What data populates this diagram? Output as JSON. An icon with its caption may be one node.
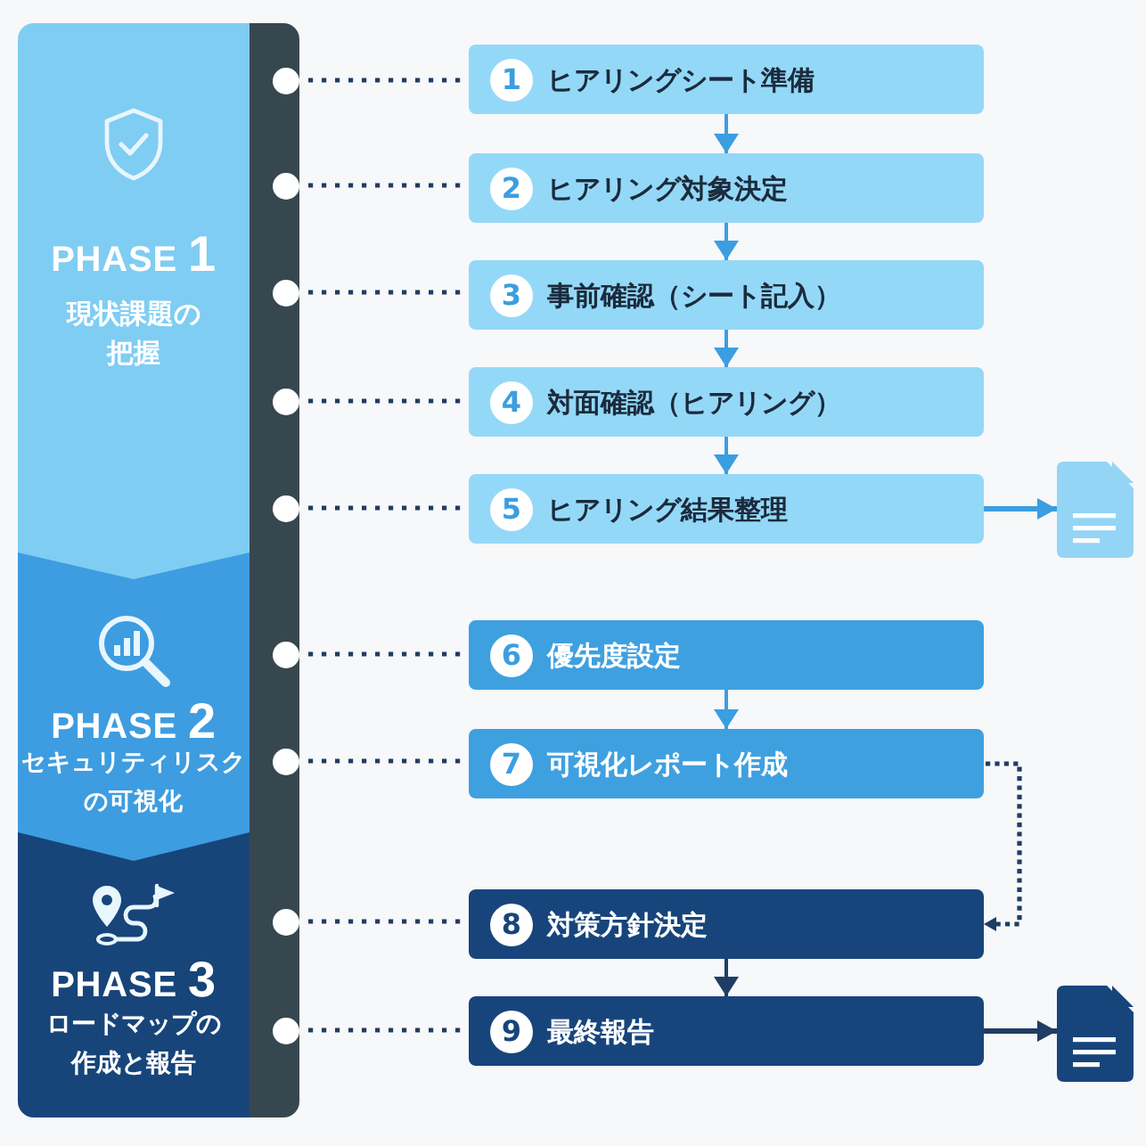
{
  "diagram": {
    "nodes": [
      {
        "text": [
          "PHASE 1",
          "現状課題の把握"
        ]
      },
      {
        "text": [
          "PHASE 2",
          "セキュリティリスクの可視化"
        ]
      },
      {
        "text": [
          "PHASE 3",
          "ロードマップの作成と報告"
        ]
      },
      {
        "text": [],
        "shape": "bar"
      },
      {
        "text": [],
        "shape": "circle",
        "in": 3
      },
      {
        "text": [],
        "shape": "circle",
        "in": 3
      },
      {
        "text": [],
        "shape": "circle",
        "in": 3
      },
      {
        "text": [],
        "shape": "circle",
        "in": 3
      },
      {
        "text": [],
        "shape": "circle",
        "in": 3
      },
      {
        "text": [],
        "shape": "circle",
        "in": 3
      },
      {
        "text": [],
        "shape": "circle",
        "in": 3
      },
      {
        "text": [],
        "shape": "circle",
        "in": 3
      },
      {
        "text": [],
        "shape": "circle",
        "in": 3
      },
      {
        "text": [
          "ヒアリングシート準備"
        ]
      },
      {
        "text": [
          "1"
        ],
        "in": 13
      },
      {
        "text": [
          "ヒアリング対象決定"
        ]
      },
      {
        "text": [
          "2"
        ],
        "in": 15
      },
      {
        "text": [
          "事前確認（シート記入）"
        ]
      },
      {
        "text": [
          "3"
        ],
        "in": 17
      },
      {
        "text": [
          "対面確認（ヒアリング）"
        ]
      },
      {
        "text": [
          "4"
        ],
        "in": 19
      },
      {
        "text": [
          "ヒアリング結果整理"
        ]
      },
      {
        "text": [
          "5"
        ],
        "in": 21
      },
      {
        "text": [],
        "shape": "document"
      },
      {
        "text": [
          "優先度設定"
        ]
      },
      {
        "text": [
          "6"
        ],
        "in": 24
      },
      {
        "text": [
          "可視化レポート作成"
        ]
      },
      {
        "text": [
          "7"
        ],
        "in": 26
      },
      {
        "text": [
          "対策方針決定"
        ]
      },
      {
        "text": [
          "8"
        ],
        "in": 28
      },
      {
        "text": [
          "最終報告"
        ]
      },
      {
        "text": [
          "9"
        ],
        "in": 30
      },
      {
        "text": [],
        "shape": "document"
      }
    ],
    "edges": [
      {
        "from": 4,
        "to": 13,
        "arrow": "none",
        "style": "dashed"
      },
      {
        "from": 5,
        "to": 15,
        "arrow": "none",
        "style": "dashed"
      },
      {
        "from": 6,
        "to": 17,
        "arrow": "none",
        "style": "dashed"
      },
      {
        "from": 7,
        "to": 19,
        "arrow": "none",
        "style": "dashed"
      },
      {
        "from": 8,
        "to": 21,
        "arrow": "none",
        "style": "dashed"
      },
      {
        "from": 9,
        "to": 24,
        "arrow": "none",
        "style": "dashed"
      },
      {
        "from": 10,
        "to": 26,
        "arrow": "none",
        "style": "dashed"
      },
      {
        "from": 11,
        "to": 28,
        "arrow": "none",
        "style": "dashed"
      },
      {
        "from": 12,
        "to": 30,
        "arrow": "none",
        "style": "dashed"
      },
      {
        "from": 13,
        "to": 15,
        "arrow": "to",
        "color": "#3b9ee0"
      },
      {
        "from": 15,
        "to": 17,
        "arrow": "to",
        "color": "#3b9ee0"
      },
      {
        "from": 17,
        "to": 19,
        "arrow": "to",
        "color": "#3b9ee0"
      },
      {
        "from": 19,
        "to": 21,
        "arrow": "to",
        "color": "#3b9ee0"
      },
      {
        "from": 21,
        "to": 23,
        "arrow": "to",
        "color": "#3b9ee0"
      },
      {
        "from": 24,
        "to": 26,
        "arrow": "to",
        "color": "#3b9ee0"
      },
      {
        "from": 26,
        "to": 28,
        "arrow": "to",
        "style": "dashed"
      },
      {
        "from": 28,
        "to": 30,
        "arrow": "to"
      },
      {
        "from": 30,
        "to": 32,
        "arrow": "to"
      }
    ]
  }
}
